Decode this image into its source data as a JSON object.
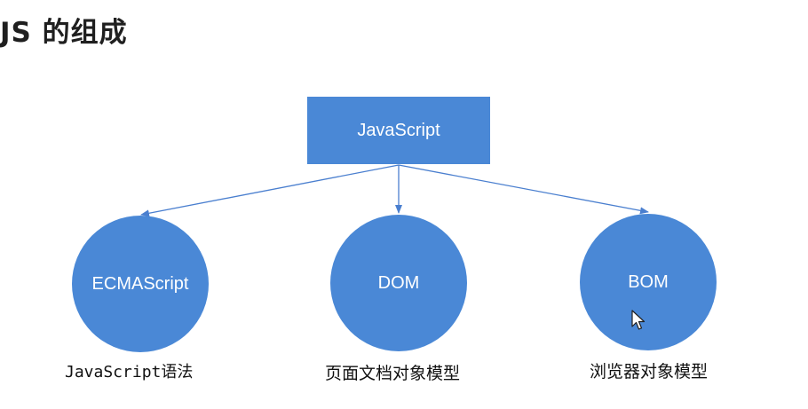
{
  "title": "JS 的组成",
  "diagram": {
    "root": {
      "label": "JavaScript"
    },
    "children": [
      {
        "label": "ECMAScript",
        "caption": "JavaScript语法"
      },
      {
        "label": "DOM",
        "caption": "页面文档对象模型"
      },
      {
        "label": "BOM",
        "caption": "浏览器对象模型"
      }
    ]
  },
  "colors": {
    "node_fill": "#4a88d6",
    "edge": "#4a7fcf",
    "node_text": "#ffffff"
  },
  "icons": [
    "mouse-cursor-icon"
  ]
}
